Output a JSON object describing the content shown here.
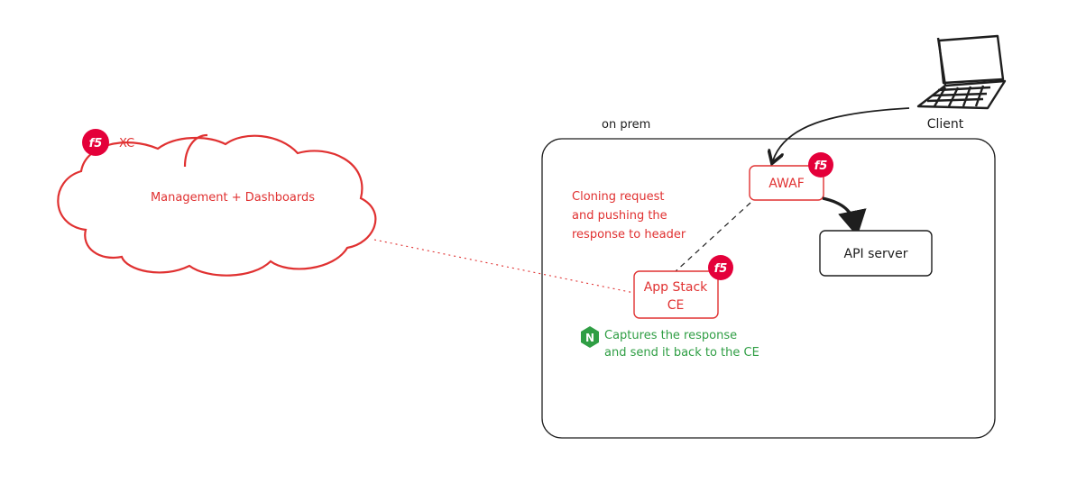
{
  "cloud": {
    "label": "Management + Dashboards",
    "badge": "f5",
    "badge_label": "XC"
  },
  "on_prem": {
    "label": "on prem"
  },
  "client": {
    "label": "Client",
    "icon": "laptop-icon"
  },
  "awaf": {
    "label": "AWAF",
    "badge": "f5"
  },
  "api_server": {
    "label": "API server"
  },
  "app_stack": {
    "line1": "App Stack",
    "line2": "CE",
    "badge": "f5"
  },
  "cloning_note": {
    "lines": [
      "Cloning request",
      "and pushing the",
      "response to header"
    ]
  },
  "nginx_note": {
    "badge": "N",
    "lines": [
      "Captures the response",
      "and send it back to the CE"
    ]
  },
  "colors": {
    "red": "#e03131",
    "f5_badge": "#e4003a",
    "nginx_green": "#2f9e44",
    "dark": "#1e1e1e"
  }
}
